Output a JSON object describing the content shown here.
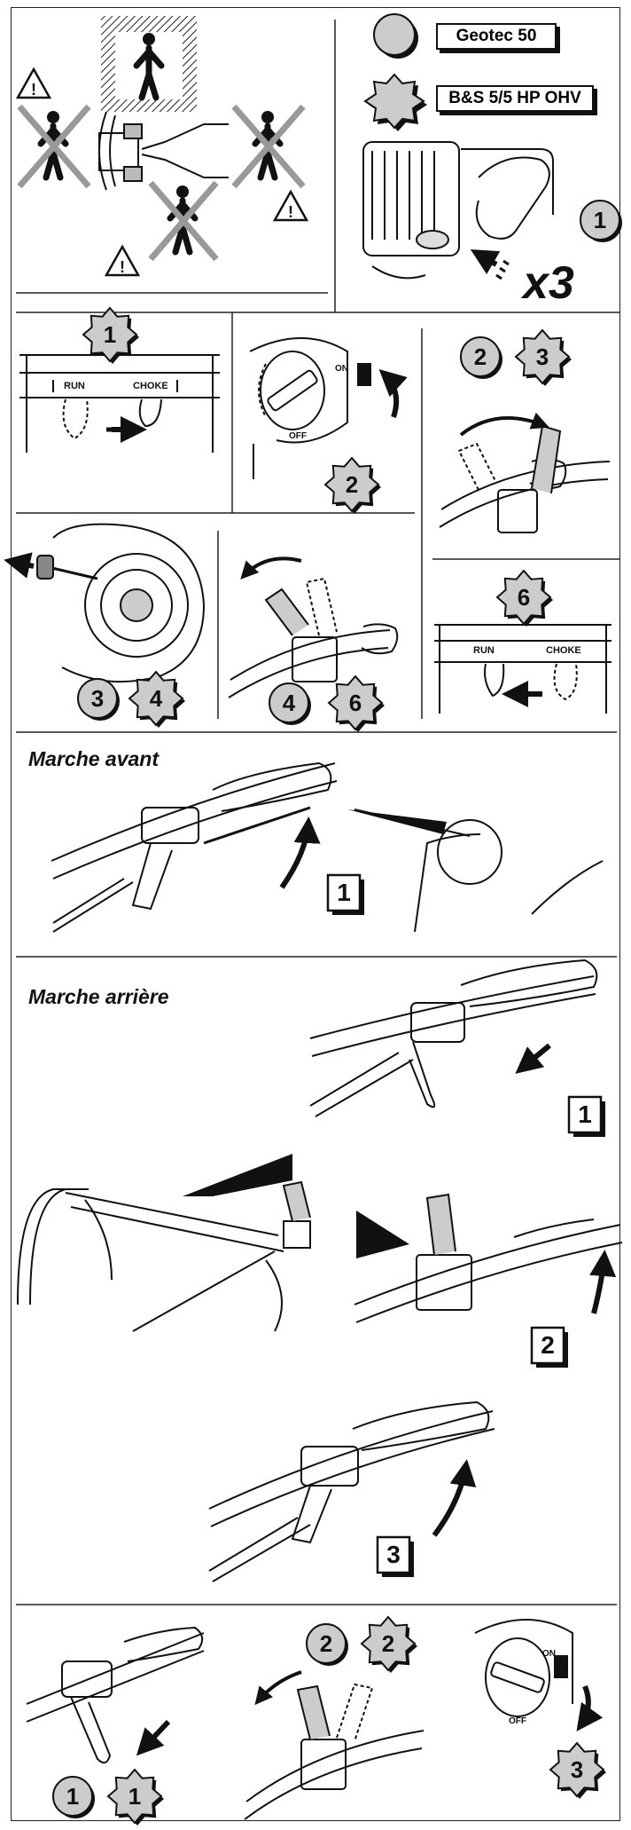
{
  "models": {
    "circle_label": "Geotec 50",
    "star_label": "B&S 5/5 HP OHV"
  },
  "labels": {
    "repeat": "x3",
    "run": "RUN",
    "choke": "CHOKE",
    "on": "ON",
    "off": "OFF"
  },
  "sections": {
    "forward_title": "Marche avant",
    "reverse_title": "Marche arrière"
  },
  "badges": {
    "one": "1",
    "two": "2",
    "three": "3",
    "four": "4",
    "six": "6"
  }
}
